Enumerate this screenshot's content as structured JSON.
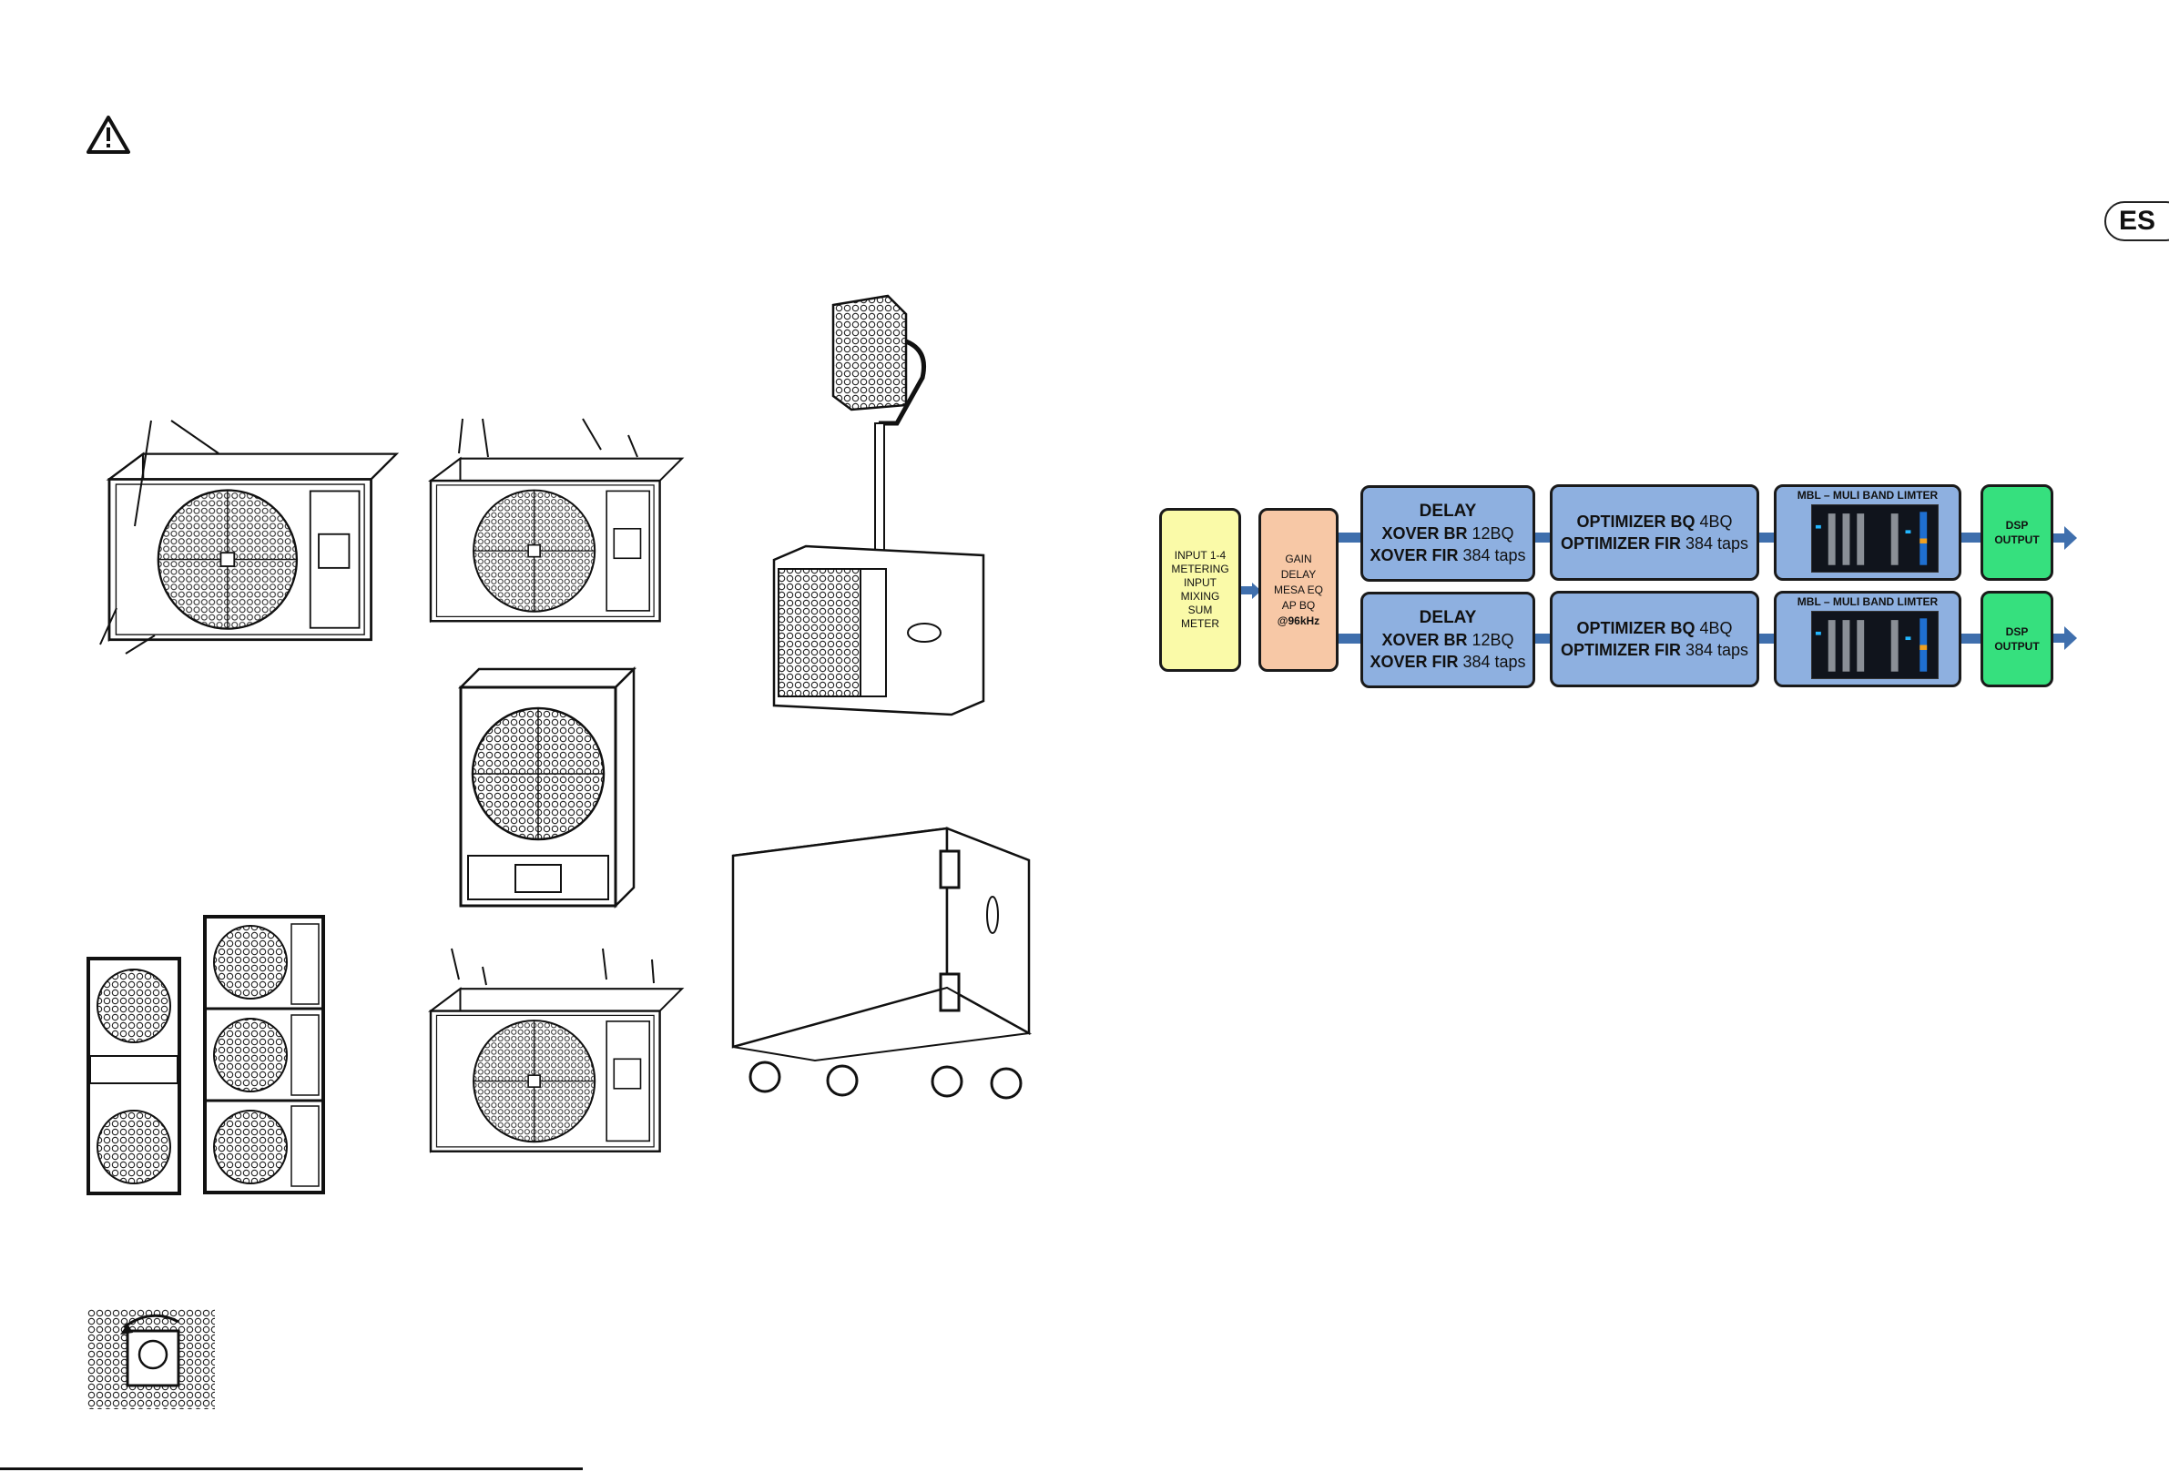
{
  "language_badge": "ES",
  "warning_icon": "warning-triangle-icon",
  "signal_flow": {
    "input_box": [
      "INPUT 1-4",
      "METERING",
      "INPUT",
      "MIXING",
      "SUM",
      "METER"
    ],
    "gain_box": [
      "GAIN",
      "DELAY",
      "MESA EQ",
      "AP BQ",
      "@96kHz"
    ],
    "channels": [
      {
        "delay_title": "DELAY",
        "xover_br_label": "XOVER BR",
        "xover_br_value": "12BQ",
        "xover_fir_label": "XOVER FIR",
        "xover_fir_value": "384 taps",
        "opt_bq_label": "OPTIMIZER BQ",
        "opt_bq_value": "4BQ",
        "opt_fir_label": "OPTIMIZER FIR",
        "opt_fir_value": "384 taps",
        "mbl_title": "MBL – MULI BAND LIMTER",
        "dsp_output": [
          "DSP",
          "OUTPUT"
        ]
      },
      {
        "delay_title": "DELAY",
        "xover_br_label": "XOVER BR",
        "xover_br_value": "12BQ",
        "xover_fir_label": "XOVER FIR",
        "xover_fir_value": "384 taps",
        "opt_bq_label": "OPTIMIZER BQ",
        "opt_bq_value": "4BQ",
        "opt_fir_label": "OPTIMIZER FIR",
        "opt_fir_value": "384 taps",
        "mbl_title": "MBL – MULI BAND LIMTER",
        "dsp_output": [
          "DSP",
          "OUTPUT"
        ]
      }
    ]
  },
  "colors": {
    "input": "#fafaa8",
    "gain": "#f7c8a6",
    "processing": "#8eb0e0",
    "output": "#36e07e",
    "arrow": "#3f6fad"
  }
}
